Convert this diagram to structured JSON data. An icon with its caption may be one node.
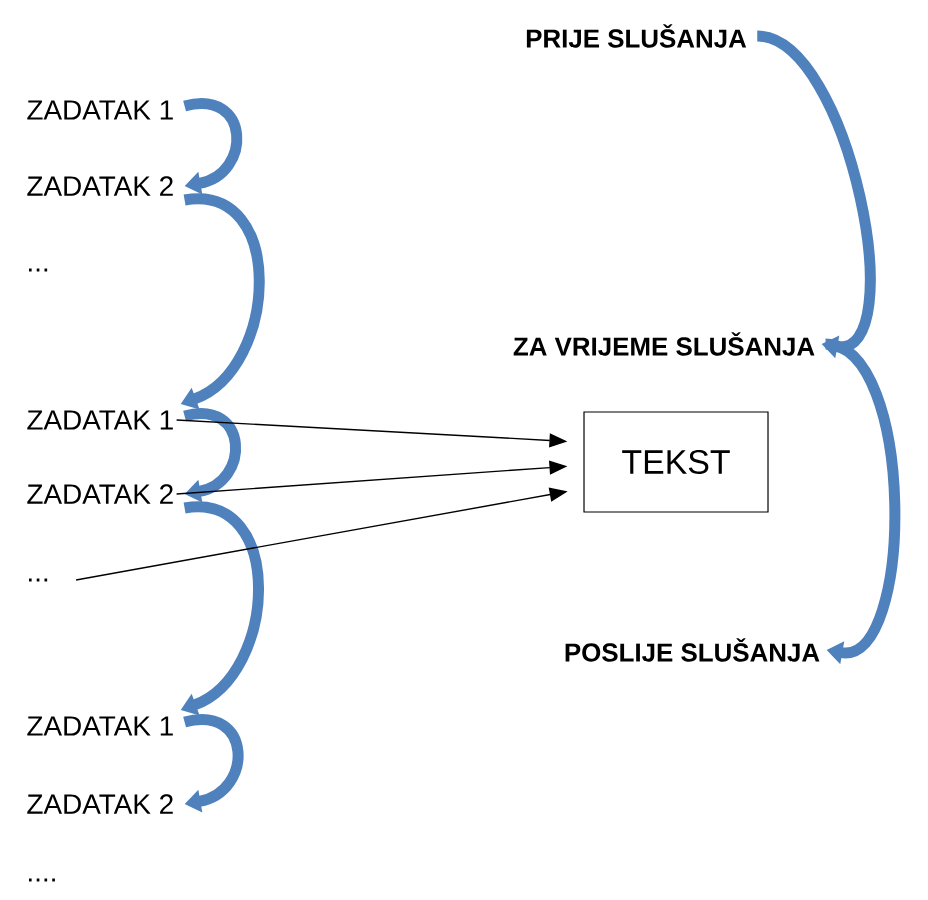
{
  "diagram": {
    "nodes": [
      {
        "text": [
          "ZADATAK 1"
        ]
      },
      {
        "text": [
          "ZADATAK 2"
        ]
      },
      {
        "text": [
          "ZADATAK 1"
        ]
      },
      {
        "text": [
          "ZADATAK 2"
        ]
      },
      {
        "text": [
          "..."
        ]
      },
      {
        "text": [
          "ZADATAK 1"
        ]
      },
      {
        "text": [
          "ZADATAK 2"
        ]
      },
      {
        "text": [
          "PRIJE SLUŠANJA"
        ]
      },
      {
        "text": [
          "ZA VRIJEME SLUŠANJA"
        ]
      },
      {
        "text": [
          "POSLIJE SLUŠANJA"
        ]
      },
      {
        "text": [
          "TEKST"
        ]
      }
    ],
    "edges": [
      {
        "from": 0,
        "to": 1,
        "arrow": "to"
      },
      {
        "from": 1,
        "to": 2,
        "arrow": "to"
      },
      {
        "from": 2,
        "to": 3,
        "arrow": "to"
      },
      {
        "from": 3,
        "to": 5,
        "arrow": "to"
      },
      {
        "from": 5,
        "to": 6,
        "arrow": "to"
      },
      {
        "from": 7,
        "to": 8,
        "arrow": "to"
      },
      {
        "from": 8,
        "to": 9,
        "arrow": "to"
      },
      {
        "from": 2,
        "to": 10,
        "arrow": "to",
        "color": "#000000"
      },
      {
        "from": 3,
        "to": 10,
        "arrow": "to",
        "color": "#000000"
      },
      {
        "from": 4,
        "to": 10,
        "arrow": "to",
        "color": "#000000"
      }
    ],
    "labels": [
      "...",
      "...."
    ]
  }
}
